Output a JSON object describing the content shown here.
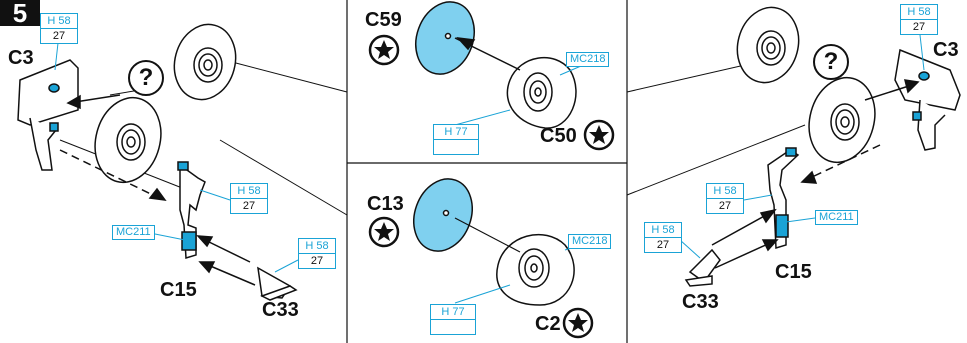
{
  "step": {
    "number": "5"
  },
  "labels": {
    "c3_left": "C3",
    "c15_left": "C15",
    "c33_left": "C33",
    "c59": "C59",
    "c50": "C50",
    "c13": "C13",
    "c2": "C2",
    "c3_right": "C3",
    "c15_right": "C15",
    "c33_right": "C33",
    "question": "?"
  },
  "tags": {
    "h": "H 58",
    "n": "27",
    "mc211": "MC211",
    "mc218": "MC218",
    "h77": "H 77"
  },
  "colors": {
    "accent": "#1aa3d6",
    "disc_fill": "#7fd0ef",
    "ink": "#111111"
  }
}
